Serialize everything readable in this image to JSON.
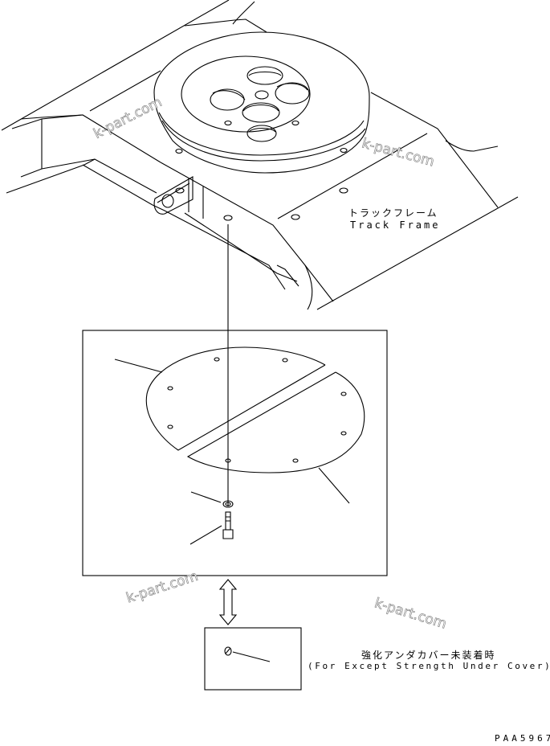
{
  "diagram": {
    "type": "parts-exploded-view",
    "callouts": {
      "track_frame": {
        "jp": "トラックフレーム",
        "en": "Track Frame"
      },
      "except_cover": {
        "jp": "強化アンダカバー未装着時",
        "en": "(For Except Strength Under Cover)"
      }
    },
    "drawing_code": "PAA5967",
    "watermark": "k-part.com",
    "line_color": "#000000",
    "watermark_color": "#8a8a8a",
    "background": "#ffffff",
    "parts": [
      "track-frame",
      "swing-circle",
      "under-cover-left",
      "under-cover-right",
      "washer",
      "bolt"
    ]
  }
}
